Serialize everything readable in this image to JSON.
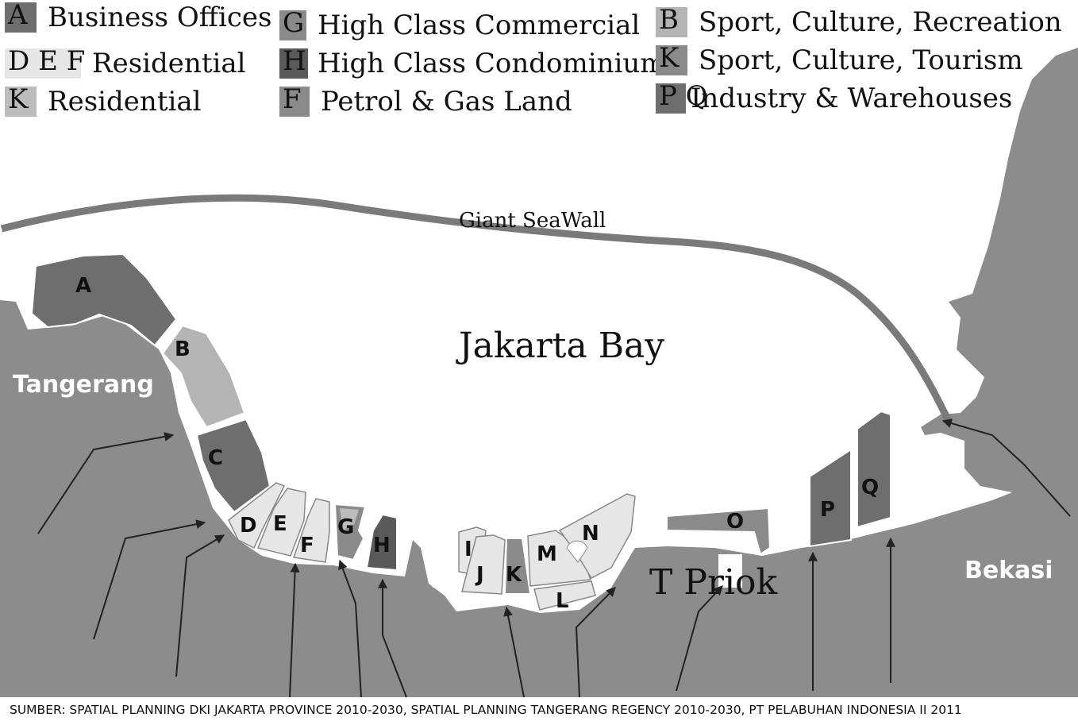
{
  "legend": [
    {
      "code": "A",
      "label": "Business Offices",
      "color": "#6e6e6e"
    },
    {
      "code": "G",
      "label": "High Class Commercial",
      "color": "#8a8a8a"
    },
    {
      "code": "B",
      "label": "Sport, Culture, Recreation",
      "color": "#b4b4b4"
    },
    {
      "code": "D E F",
      "label": "Residential",
      "color": "#e6e6e6"
    },
    {
      "code": "H",
      "label": "High Class Condominium",
      "color": "#5a5a5a"
    },
    {
      "code": "K",
      "label": "Sport, Culture, Tourism",
      "color": "#8a8a8a"
    },
    {
      "code": "K",
      "label": "Residential",
      "color": "#bcbcbc"
    },
    {
      "code": "F",
      "label": "Petrol & Gas Land",
      "color": "#8a8a8a"
    },
    {
      "code": "P Q",
      "label": "Industry & Warehouses",
      "color": "#6e6e6e"
    }
  ],
  "map": {
    "seawall_label": "Giant SeaWall",
    "bay_label": "Jakarta Bay",
    "port_label": "T Priok",
    "west_label": "Tangerang",
    "east_label": "Bekasi",
    "zones": [
      "A",
      "B",
      "C",
      "D",
      "E",
      "F",
      "G",
      "H",
      "I",
      "J",
      "K",
      "M",
      "N",
      "L",
      "O",
      "P",
      "Q"
    ]
  },
  "source": "SUMBER: SPATIAL PLANNING DKI JAKARTA PROVINCE 2010-2030, SPATIAL PLANNING TANGERANG REGENCY 2010-2030, PT PELABUHAN INDONESIA II 2011"
}
